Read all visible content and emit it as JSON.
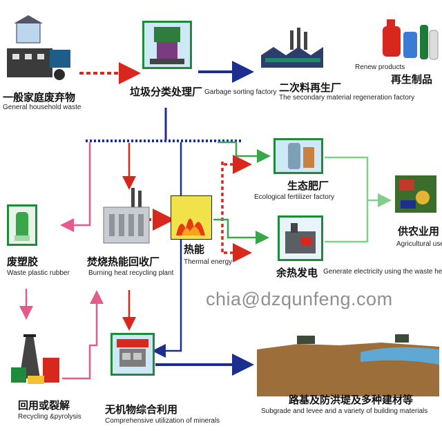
{
  "nodes": {
    "household": {
      "zh": "一般家庭废弃物",
      "en": "General household waste"
    },
    "sorting": {
      "zh": "垃圾分类处理厂",
      "en": "Garbage sorting factory"
    },
    "secondary": {
      "zh": "二次料再生厂",
      "en": "The secondary material regeneration factory"
    },
    "renew": {
      "zh": "再生制品",
      "en": "Renew products"
    },
    "fertilizer": {
      "zh": "生态肥厂",
      "en": "Ecological fertilizer factory"
    },
    "agri": {
      "zh": "供农业用",
      "en": "Agricultural use"
    },
    "plastic": {
      "zh": "废塑胶",
      "en": "Waste plastic rubber"
    },
    "burning": {
      "zh": "焚烧热能回收厂",
      "en": "Burning heat recycling plant"
    },
    "thermal": {
      "zh": "热能",
      "en": "Thermal energy"
    },
    "electricity": {
      "zh": "余热发电",
      "en": "Generate electricity using the waste heat"
    },
    "recycling": {
      "zh": "回用或裂解",
      "en": "Recycling &pyrolysis"
    },
    "minerals": {
      "zh": "无机物综合利用",
      "en": "Comprehensive utilization of minerals"
    },
    "subgrade": {
      "zh": "路基及防洪堤及多种建材等",
      "en": "Subgrade and levee and a variety of building materials"
    }
  },
  "watermark": "chia@dzqunfeng.com",
  "colors": {
    "red": "#d8281e",
    "navy": "#1c2f8f",
    "pink": "#e65a8c",
    "green": "#3aa64a",
    "lightGreen": "#7fcf8a",
    "frameGreen": "#1e8a3a"
  }
}
